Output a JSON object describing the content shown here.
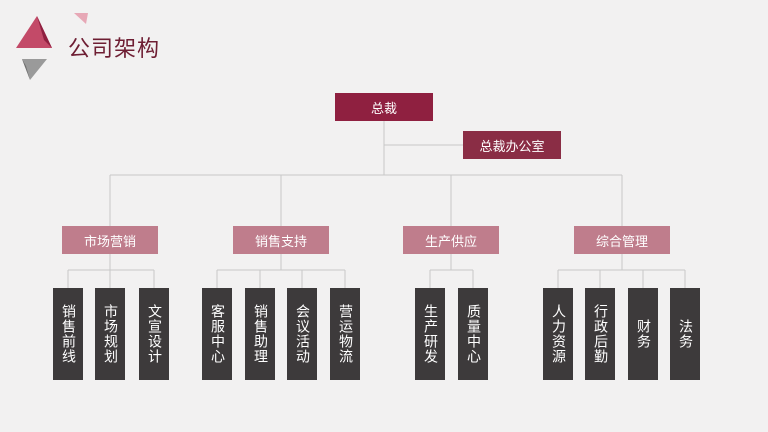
{
  "title": "公司架构",
  "colors": {
    "accent_dark": "#8f2040",
    "dept": "#bf7d8c",
    "leaf": "#3d3a3b",
    "line": "#c8c8c8"
  },
  "org": {
    "ceo": "总裁",
    "ceo_office": "总裁办公室",
    "departments": [
      {
        "name": "市场营销",
        "units": [
          "销售前线",
          "市场规划",
          "文宣设计"
        ]
      },
      {
        "name": "销售支持",
        "units": [
          "客服中心",
          "销售助理",
          "会议活动",
          "营运物流"
        ]
      },
      {
        "name": "生产供应",
        "units": [
          "生产研发",
          "质量中心"
        ]
      },
      {
        "name": "综合管理",
        "units": [
          "人力资源",
          "行政后勤",
          "财务",
          "法务"
        ]
      }
    ]
  }
}
